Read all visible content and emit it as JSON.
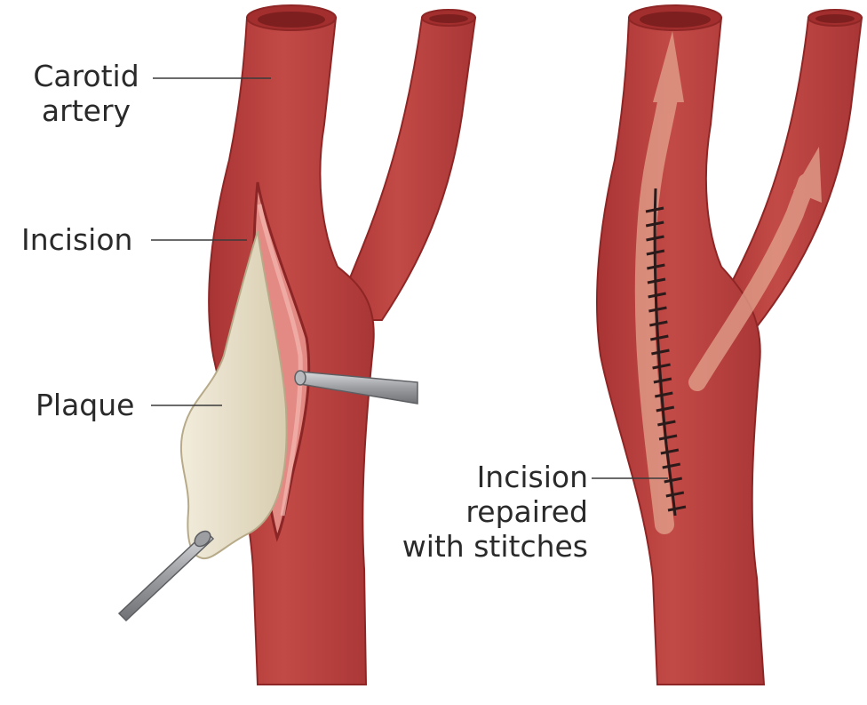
{
  "labels": {
    "carotid_line1": "Carotid",
    "carotid_line2": "artery",
    "incision": "Incision",
    "plaque": "Plaque",
    "repaired_line1": "Incision",
    "repaired_line2": "repaired",
    "repaired_line3": "with stitches"
  },
  "colors": {
    "artery": "#bb3f3f",
    "artery_dark": "#8f2626",
    "artery_light": "#d46a62",
    "lumen": "#c74a46",
    "plaque": "#e7dfc8",
    "instrument": "#a9aaad",
    "flow_arrow": "#e4a48f",
    "stitch": "#2b1a1a"
  },
  "icons": {
    "instrument": "surgical-probe-icon",
    "flow": "blood-flow-arrow-icon"
  }
}
